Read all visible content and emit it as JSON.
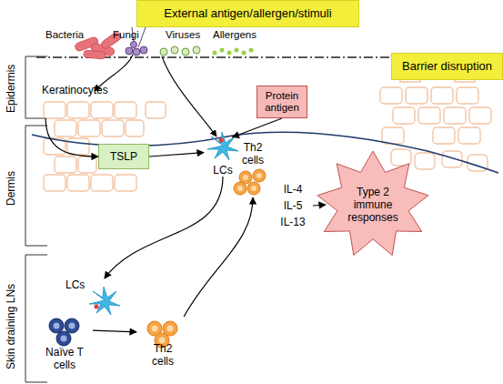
{
  "diagram": {
    "nodes": [
      {
        "text": [
          "External antigen/allergen/stimuli"
        ]
      },
      {
        "text": [
          "Barrier disruption"
        ]
      },
      {
        "text": [
          "Protein antigen"
        ]
      },
      {
        "text": [
          "Keratinocytes"
        ]
      },
      {
        "text": [
          "TSLP"
        ]
      },
      {
        "text": [
          "LCs"
        ]
      },
      {
        "text": [
          "Th2 cells"
        ]
      },
      {
        "text": [
          "IL-4 IL-5 IL-13"
        ]
      },
      {
        "text": [
          "Type 2 immune responses"
        ]
      },
      {
        "text": [
          "LCs"
        ]
      },
      {
        "text": [
          "Naïve T cells"
        ]
      },
      {
        "text": [
          "Th2 cells"
        ]
      }
    ],
    "edges": [
      {
        "from": 3,
        "to": 4,
        "arrow": "to"
      },
      {
        "from": 4,
        "to": 5,
        "arrow": "to"
      },
      {
        "from": 2,
        "to": 5,
        "arrow": "to"
      },
      {
        "from": 5,
        "to": 9,
        "arrow": "to"
      },
      {
        "from": 10,
        "to": 11,
        "arrow": "to"
      },
      {
        "from": 11,
        "to": 6,
        "arrow": "to"
      },
      {
        "from": 7,
        "to": 8,
        "arrow": "to"
      }
    ],
    "labels": [
      "Bacteria",
      "Fungi",
      "Viruses",
      "Allergens",
      "Epidermis",
      "Dermis",
      "Skin draining LNs"
    ]
  }
}
